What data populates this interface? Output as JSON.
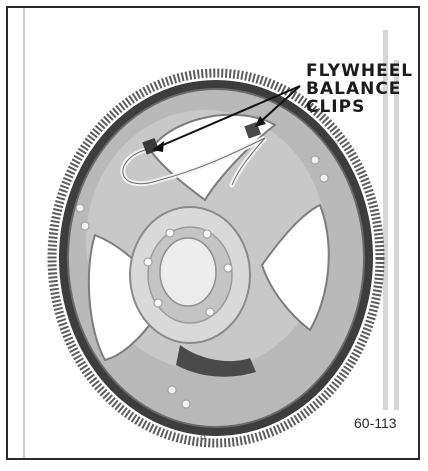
{
  "callout": {
    "lines": [
      "FLYWHEEL",
      "BALANCE",
      "CLIPS"
    ]
  },
  "figure_number": "60-113",
  "colors": {
    "background": "#ffffff",
    "frame": "#2b2b2b",
    "ring_gear": "#4a4a4a",
    "flywheel_body": "#b8b8b8",
    "hub": "#d4d4d4",
    "clip_wire": "#f4f4f4"
  },
  "icons": [
    "balance-clip-icon",
    "flywheel-illustration"
  ]
}
